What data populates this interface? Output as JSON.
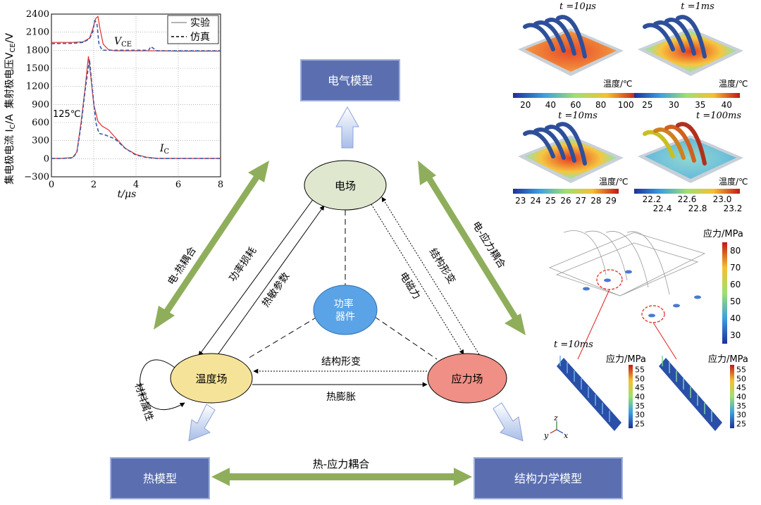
{
  "center": {
    "core": "功率\n器件",
    "electric_field": "电场",
    "thermal_field": "温度场",
    "stress_field": "应力场"
  },
  "models": {
    "electrical": "电气模型",
    "thermal": "热模型",
    "structural": "结构力学模型"
  },
  "couplings": {
    "electro_thermal": "电-热耦合",
    "electro_stress": "电-应力耦合",
    "thermo_stress": "热-应力耦合"
  },
  "relations": {
    "power_loss": "功率损耗",
    "thermal_params": "热敏参数",
    "em_force": "电磁力",
    "deformation_upper": "结构形变",
    "deformation_lower": "结构形变",
    "thermal_expansion": "热膨胀",
    "material_property": "材料属性"
  },
  "waveform_chart": {
    "chart_data": {
      "type": "line",
      "ylabel": "集电极电流 I_C/A    集射极电压 V_CE/V",
      "ylabel_top": "集射极电压V",
      "ylabel_top_sub": "CE",
      "ylabel_top_unit": "/V",
      "ylabel_bottom": "集电极电流 I",
      "ylabel_bottom_sub": "C",
      "ylabel_bottom_unit": "/A",
      "xlabel": "t/μs",
      "x_ticks": [
        "0",
        "2",
        "4",
        "6",
        "8"
      ],
      "y_ticks": [
        "−300",
        "0",
        "300",
        "600",
        "900",
        "1200",
        "1500",
        "1800",
        "2100",
        "2400"
      ],
      "xlim": [
        0,
        8
      ],
      "ylim": [
        -300,
        2400
      ],
      "legend": [
        "实验",
        "仿真"
      ],
      "legend_position": "top-right",
      "annotation_vce": "V",
      "annotation_vce_sub": "CE",
      "annotation_ic": "I",
      "annotation_ic_sub": "C",
      "annotation_temp": "125℃",
      "series": [
        {
          "name": "实验",
          "x": [
            0,
            1.0,
            1.5,
            1.8,
            1.95,
            2.1,
            2.2,
            2.3,
            2.45,
            2.7,
            3.0,
            4.0,
            5.0,
            6.0,
            7.0,
            8.0
          ],
          "y": [
            1930,
            1930,
            1940,
            2000,
            2150,
            2330,
            2360,
            2150,
            1900,
            1810,
            1790,
            1790,
            1790,
            1785,
            1785,
            1785
          ]
        },
        {
          "name": "仿真",
          "x": [
            0,
            1.0,
            1.5,
            1.8,
            1.95,
            2.05,
            2.15,
            2.25,
            2.4,
            2.7,
            3.0,
            4.0,
            4.6,
            4.7,
            5.0,
            6.0,
            7.0,
            8.0
          ],
          "y": [
            1910,
            1915,
            1930,
            1990,
            2100,
            2290,
            2250,
            1900,
            1800,
            1800,
            1800,
            1800,
            1800,
            1860,
            1790,
            1790,
            1790,
            1790
          ]
        },
        {
          "name": "实验",
          "x": [
            0,
            0.5,
            1.0,
            1.2,
            1.4,
            1.6,
            1.75,
            1.85,
            2.0,
            2.2,
            2.4,
            2.7,
            3.0,
            3.5,
            4.0,
            4.5,
            5.0,
            8.0
          ],
          "y": [
            5,
            5,
            20,
            110,
            600,
            1200,
            1700,
            1400,
            900,
            620,
            540,
            480,
            360,
            170,
            70,
            25,
            5,
            5
          ]
        },
        {
          "name": "仿真",
          "x": [
            0,
            0.5,
            1.0,
            1.2,
            1.4,
            1.6,
            1.8,
            1.95,
            2.1,
            2.25,
            2.5,
            3.0,
            3.5,
            4.0,
            4.5,
            5.0,
            8.0
          ],
          "y": [
            5,
            5,
            15,
            100,
            550,
            1150,
            1650,
            1100,
            600,
            420,
            400,
            330,
            170,
            60,
            20,
            5,
            5
          ]
        }
      ]
    }
  },
  "thermal_plots": [
    {
      "time": "t =10μs",
      "label": "温度/℃",
      "ticks": [
        "20",
        "40",
        "60",
        "80",
        "100"
      ]
    },
    {
      "time": "t =1ms",
      "label": "温度/℃",
      "ticks": [
        "25",
        "30",
        "35",
        "40"
      ]
    },
    {
      "time": "t =10ms",
      "label": "温度/℃",
      "ticks": [
        "23",
        "24",
        "25",
        "26",
        "27",
        "28",
        "29"
      ]
    },
    {
      "time": "t =100ms",
      "label": "温度/℃",
      "ticks_top": [
        "22.2",
        "22.6",
        "23.0"
      ],
      "ticks_bottom": [
        "22.4",
        "22.8",
        "23.2"
      ]
    }
  ],
  "stress_plot": {
    "main_label": "应力/MPa",
    "main_ticks": [
      "80",
      "70",
      "60",
      "50",
      "40",
      "30"
    ],
    "time": "t =10ms",
    "detail_label_left": "应力/MPa",
    "detail_label_right": "应力/MPa",
    "detail_ticks": [
      "55",
      "50",
      "45",
      "40",
      "35",
      "30",
      "25"
    ],
    "axes": [
      "z",
      "y",
      "x"
    ]
  },
  "colors": {
    "model_box": "#5b6fb0",
    "field_electric": "#dfe8cf",
    "field_thermal": "#f6e39a",
    "field_stress": "#ef8f85",
    "core": "#5aa3e6",
    "coupling_arrow": "#8fae5c",
    "blue_arrow": "#b7c8ea",
    "exp_line": "#e03030",
    "sim_line": "#3a5ba8"
  }
}
